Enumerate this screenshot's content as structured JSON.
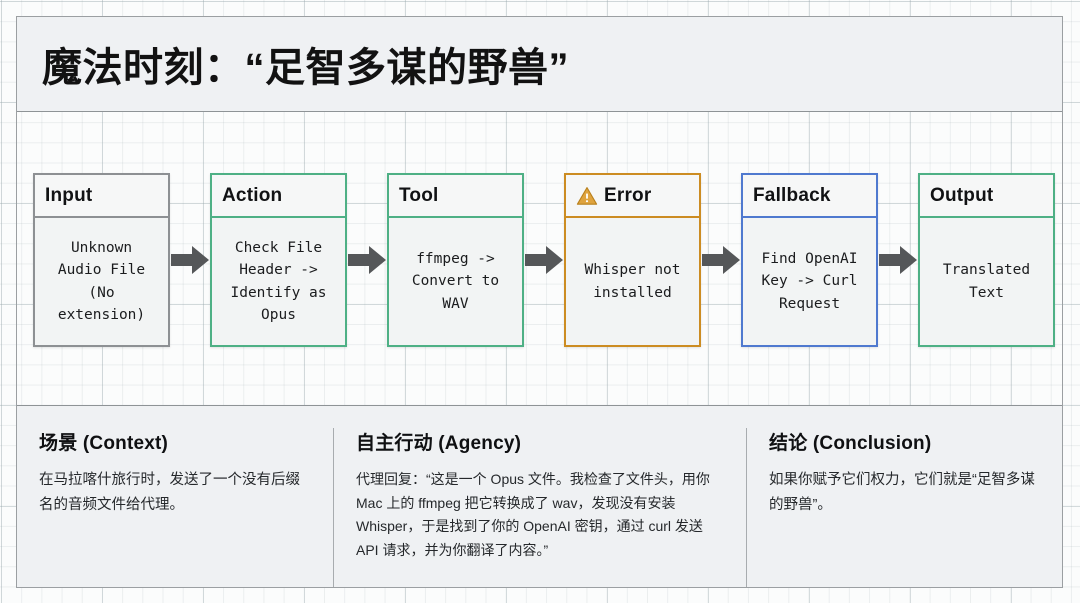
{
  "title": "魔法时刻：“足智多谋的野兽”",
  "flow": {
    "nodes": [
      {
        "id": "input",
        "header": "Input",
        "body": "Unknown\nAudio File\n(No\nextension)",
        "style": "grayed",
        "icon": null,
        "border_color": "#8d9093"
      },
      {
        "id": "action",
        "header": "Action",
        "body": "Check File\nHeader ->\nIdentify as\nOpus",
        "style": "green",
        "icon": null,
        "border_color": "#4eb085"
      },
      {
        "id": "tool",
        "header": "Tool",
        "body": "ffmpeg ->\nConvert to\nWAV",
        "style": "green",
        "icon": null,
        "border_color": "#4eb085"
      },
      {
        "id": "error",
        "header": "Error",
        "body": "Whisper not\ninstalled",
        "style": "orange",
        "icon": "warning-triangle-icon",
        "border_color": "#cc8c22"
      },
      {
        "id": "fallback",
        "header": "Fallback",
        "body": "Find OpenAI\nKey -> Curl\nRequest",
        "style": "blue",
        "icon": null,
        "border_color": "#4f79cf"
      },
      {
        "id": "output",
        "header": "Output",
        "body": "Translated\nText",
        "style": "green",
        "icon": null,
        "border_color": "#4eb085"
      }
    ],
    "arrow_color": "#555759",
    "arrow_count": 5
  },
  "bottom": {
    "columns": [
      {
        "id": "context",
        "title": "场景 (Context)",
        "text": "在马拉喀什旅行时，发送了一个没有后缀名的音频文件给代理。"
      },
      {
        "id": "agency",
        "title": "自主行动 (Agency)",
        "text": "代理回复：“这是一个 Opus 文件。我检查了文件头，用你 Mac 上的 ffmpeg 把它转换成了 wav，发现没有安装 Whisper，于是找到了你的 OpenAI 密钥，通过 curl 发送 API 请求，并为你翻译了内容。”"
      },
      {
        "id": "conclusion",
        "title": "结论 (Conclusion)",
        "text": "如果你赋予它们权力，它们就是“足智多谋的野兽”。"
      }
    ]
  },
  "colors": {
    "page_background": "#fbfcfc",
    "panel_background": "#eff1f3",
    "frame_border": "#9b9fa2",
    "grid_line": "#96a5aa",
    "green": "#4eb085",
    "orange": "#cc8c22",
    "blue": "#4f79cf",
    "gray": "#8d9093",
    "arrow": "#555759",
    "text": "#121212"
  }
}
